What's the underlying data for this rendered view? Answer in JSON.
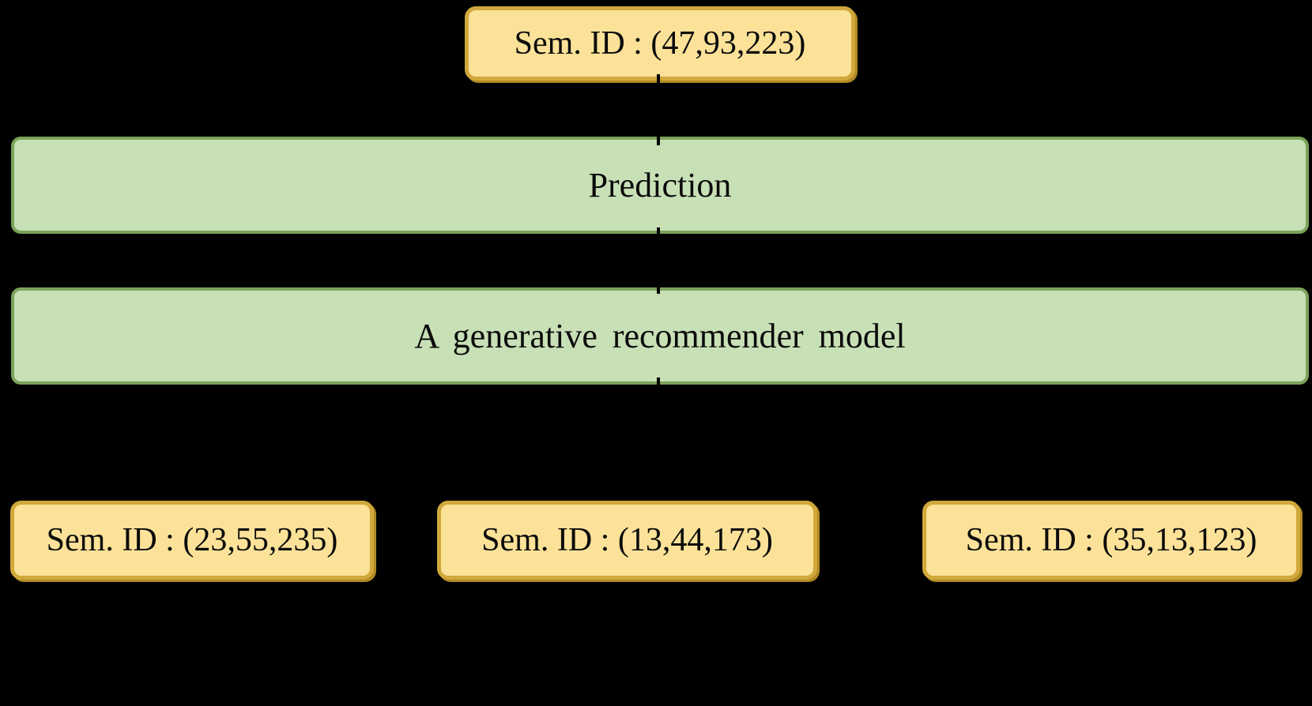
{
  "colors": {
    "background": "#000000",
    "id_box_fill": "#FBE298",
    "id_box_border": "#D1A83B",
    "id_box_shadow": "#B18A24",
    "bar_fill": "#C8E0B6",
    "bar_border": "#7CA35A",
    "text": "#0B0B0B",
    "connector": "#000000"
  },
  "diagram": {
    "output_box": {
      "label": "Sem. ID : (47,93,223)"
    },
    "prediction_bar": {
      "label": "Prediction"
    },
    "model_bar": {
      "label": "A generative recommender model"
    },
    "input_boxes": [
      {
        "label": "Sem. ID : (23,55,235)"
      },
      {
        "label": "Sem. ID : (13,44,173)"
      },
      {
        "label": "Sem. ID : (35,13,123)"
      }
    ]
  }
}
